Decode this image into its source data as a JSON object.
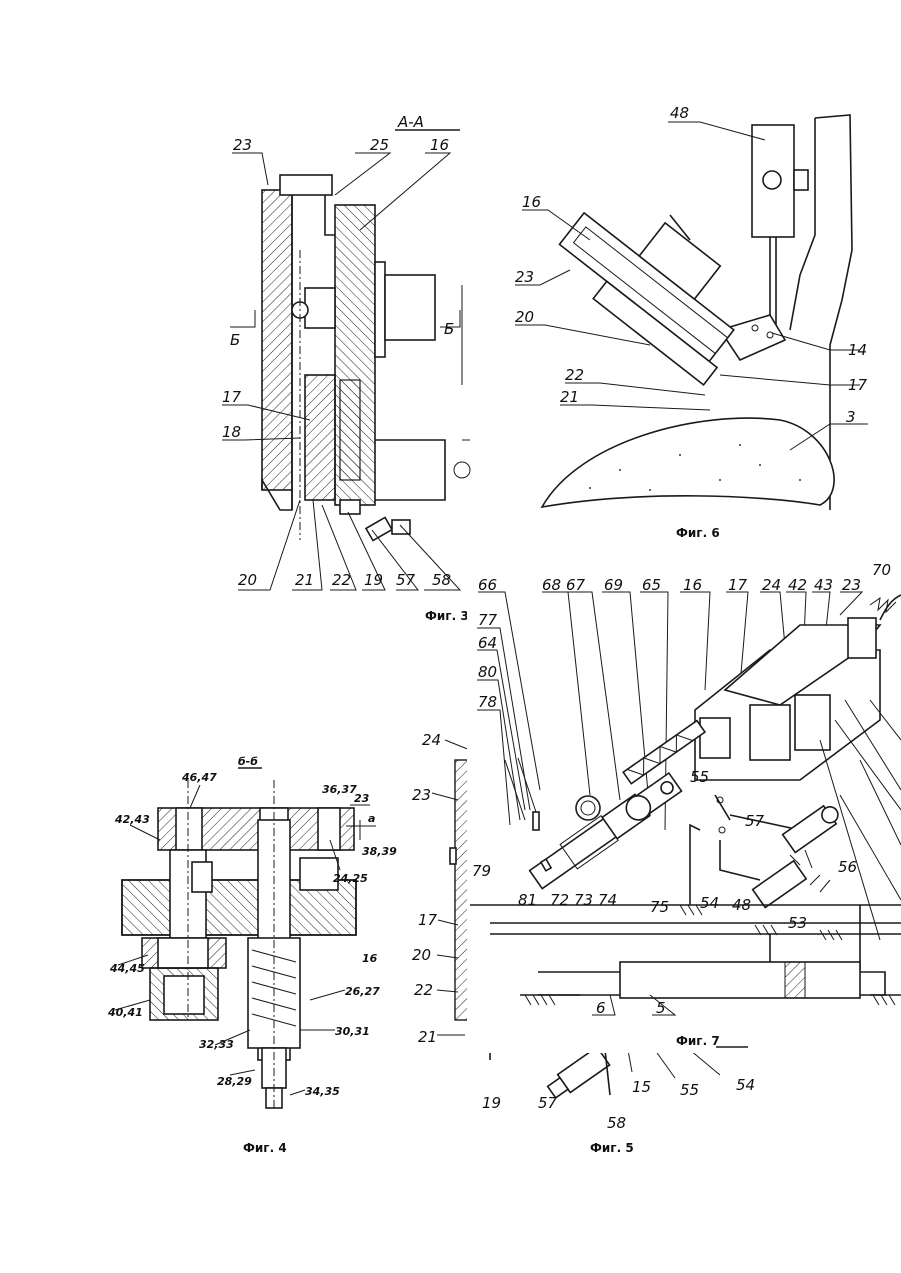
{
  "fig3": {
    "section": "A-A",
    "caption": "Фиг. 3",
    "section_marks": [
      "Б",
      "Б"
    ],
    "labels": [
      "23",
      "25",
      "16",
      "17",
      "18",
      "20",
      "21",
      "22",
      "19",
      "57",
      "58"
    ]
  },
  "fig6": {
    "caption": "Фиг. 6",
    "labels": [
      "48",
      "16",
      "23",
      "20",
      "22",
      "21",
      "14",
      "17",
      "3"
    ]
  },
  "fig4": {
    "section": "б-б",
    "caption": "Фиг. 4",
    "labels": [
      "46,47",
      "42,43",
      "36,37",
      "23",
      "a",
      "38,39",
      "24,25",
      "16",
      "44,45",
      "40,41",
      "26,27",
      "32,33",
      "30,31",
      "28,29",
      "34,35"
    ]
  },
  "fig5": {
    "caption": "Фиг. 5",
    "labels": [
      "24",
      "23",
      "17",
      "20",
      "22",
      "21",
      "19",
      "57",
      "58",
      "15",
      "55",
      "54"
    ]
  },
  "fig7": {
    "caption": "Фиг. 7",
    "labels": [
      "66",
      "68",
      "67",
      "69",
      "65",
      "16",
      "17",
      "24",
      "42",
      "43",
      "23",
      "70",
      "77",
      "64",
      "80",
      "78",
      "55",
      "57",
      "56",
      "79",
      "81",
      "72",
      "73",
      "74",
      "75",
      "54",
      "48",
      "53",
      "6",
      "5"
    ]
  }
}
